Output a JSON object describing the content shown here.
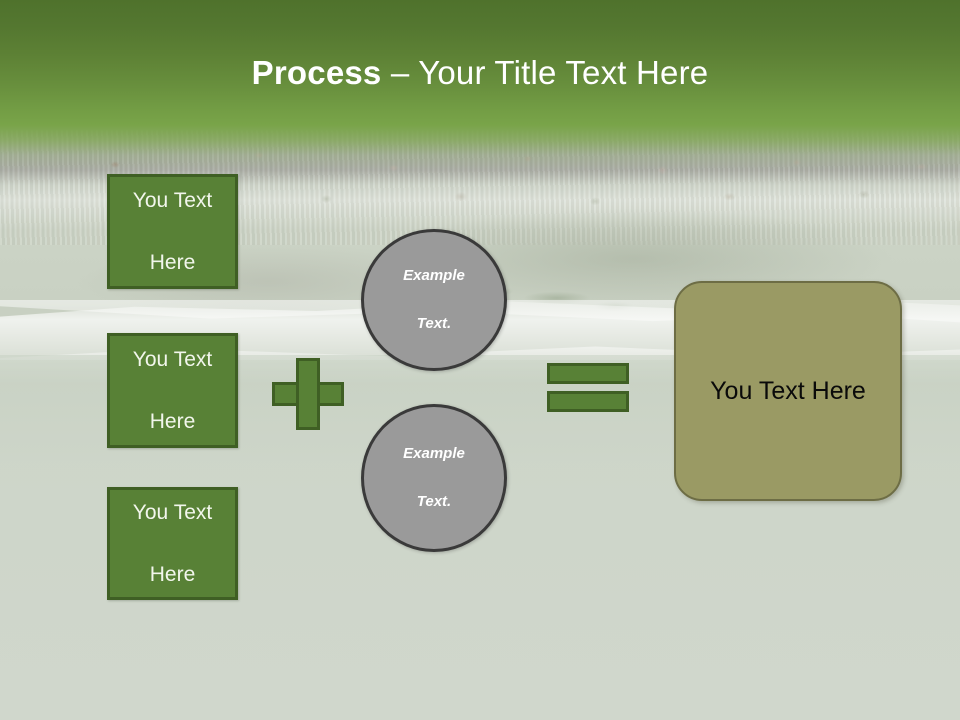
{
  "slide": {
    "title": {
      "emphasis": "Process",
      "separator": " – ",
      "rest": "Your Title Text Here"
    },
    "colors": {
      "header_top": "#4f722c",
      "header_bottom": "#79a449",
      "box_fill": "#588136",
      "box_border": "#3f5f24",
      "circle_fill": "#9a9a9a",
      "circle_border": "#3a3a3a",
      "result_fill": "#9a9a64",
      "result_border": "#6d6d45",
      "background": "#ced5c8"
    },
    "input_boxes": [
      {
        "line1": "You Text",
        "line2": "Here"
      },
      {
        "line1": "You Text",
        "line2": "Here"
      },
      {
        "line1": "You Text",
        "line2": "Here"
      }
    ],
    "operator_plus": "+",
    "operator_equals": "=",
    "circles": [
      {
        "line1": "Example",
        "line2": "Text."
      },
      {
        "line1": "Example",
        "line2": "Text."
      }
    ],
    "result_box": {
      "label": "You Text Here"
    }
  }
}
